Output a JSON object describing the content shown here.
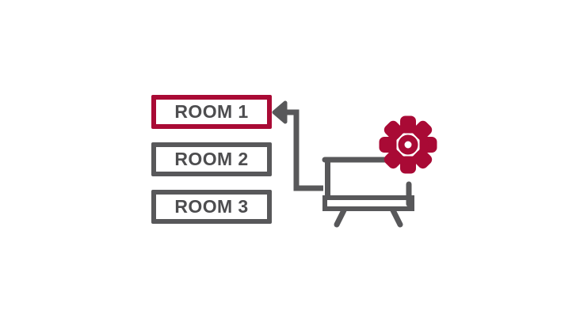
{
  "illustration": {
    "title": "Room selection on TV",
    "colors": {
      "accent_red": "#a90a35",
      "gray": "#58585a",
      "text_gray": "#4d4d4f",
      "background": "#ffffff"
    },
    "room_list": {
      "name": "room-list",
      "items": [
        {
          "label": "ROOM 1",
          "selected": true
        },
        {
          "label": "ROOM 2",
          "selected": false
        },
        {
          "label": "ROOM 3",
          "selected": false
        }
      ]
    },
    "connector": {
      "name": "elbow-arrow",
      "direction": "from-tv-to-room-1",
      "arrowhead": "left"
    },
    "device": {
      "name": "television",
      "overlay_icon": "gear-icon",
      "overlay_icon_color": "#a90a35"
    }
  }
}
